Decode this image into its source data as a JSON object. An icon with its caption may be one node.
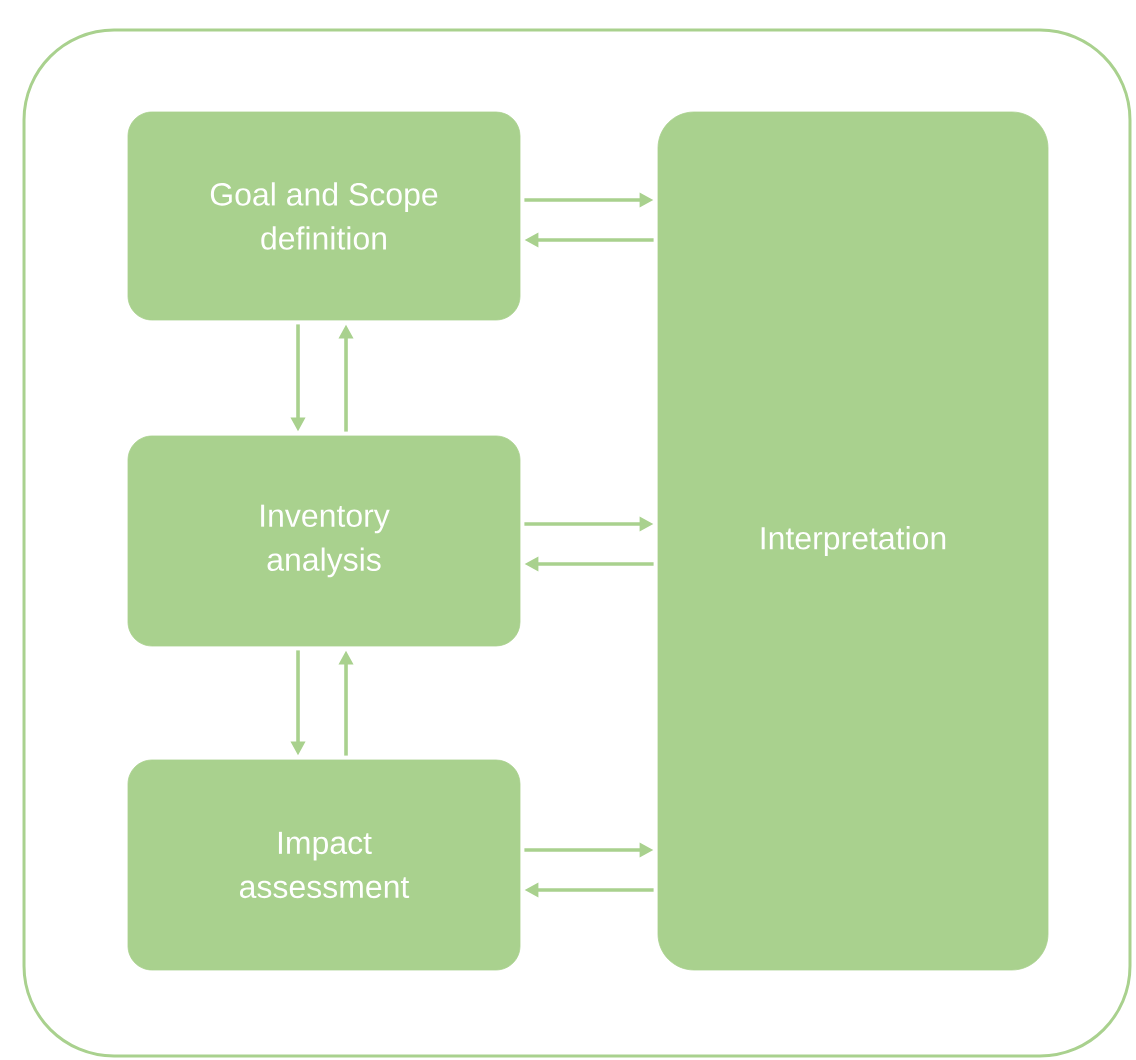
{
  "diagram": {
    "nodes": [
      {
        "text": [],
        "shape": "box"
      },
      {
        "text": [
          "Goal and Scope definition"
        ],
        "in": 0
      },
      {
        "text": [
          "Inventory analysis"
        ],
        "in": 0
      },
      {
        "text": [
          "Impact assessment"
        ],
        "in": 0
      },
      {
        "text": [
          "Interpretation"
        ],
        "in": 0
      }
    ],
    "edges": [
      {
        "from": 1,
        "to": 4,
        "arrow": "to"
      },
      {
        "from": 4,
        "to": 1,
        "arrow": "to"
      },
      {
        "from": 1,
        "to": 2,
        "arrow": "to"
      },
      {
        "from": 2,
        "to": 1,
        "arrow": "to"
      },
      {
        "from": 2,
        "to": 4,
        "arrow": "to"
      },
      {
        "from": 4,
        "to": 2,
        "arrow": "to"
      },
      {
        "from": 2,
        "to": 3,
        "arrow": "to"
      },
      {
        "from": 3,
        "to": 2,
        "arrow": "to"
      },
      {
        "from": 3,
        "to": 4,
        "arrow": "to"
      },
      {
        "from": 4,
        "to": 3,
        "arrow": "to"
      }
    ]
  }
}
